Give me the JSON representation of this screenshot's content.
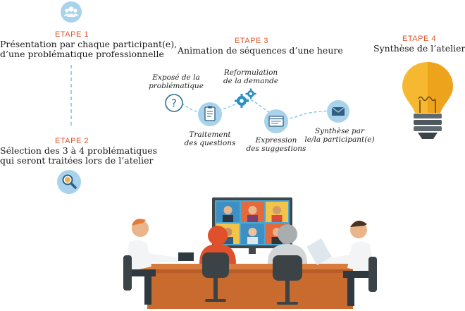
{
  "steps": {
    "step1": {
      "title": "ETAPE 1",
      "line1": "Présentation par chaque participant(e),",
      "line2": "d’une problématique professionnelle",
      "icon": "people-icon"
    },
    "step2": {
      "title": "ETAPE 2",
      "line1": "Sélection des 3 à 4 problématiques",
      "line2": "qui seront traitées lors de l’atelier",
      "icon": "magnifier-icon"
    },
    "step3": {
      "title": "ETAPE 3",
      "line1": "Animation de séquences d’une heure",
      "icon": "workflow-icon"
    },
    "step4": {
      "title": "ETAPE 4",
      "line1": "Synthèse de l’atelier",
      "icon": "lightbulb-icon"
    }
  },
  "substeps": [
    {
      "line1": "Exposé de la",
      "line2": "problématique",
      "icon": "question-icon"
    },
    {
      "line1": "Traitement",
      "line2": "des questions",
      "icon": "clipboard-icon"
    },
    {
      "line1": "Reformulation",
      "line2": "de la demande",
      "icon": "gears-icon"
    },
    {
      "line1": "Expression",
      "line2": "des suggestions",
      "icon": "browser-icon"
    },
    {
      "line1": "Synthèse par",
      "line2": "le/la participant(e)",
      "icon": "envelope-icon"
    }
  ],
  "colors": {
    "accent": "#e2552c",
    "circle": "#a9d3ec",
    "connector": "#7ec3e6",
    "bulb": "#f6b830",
    "table": "#d97b3c"
  }
}
